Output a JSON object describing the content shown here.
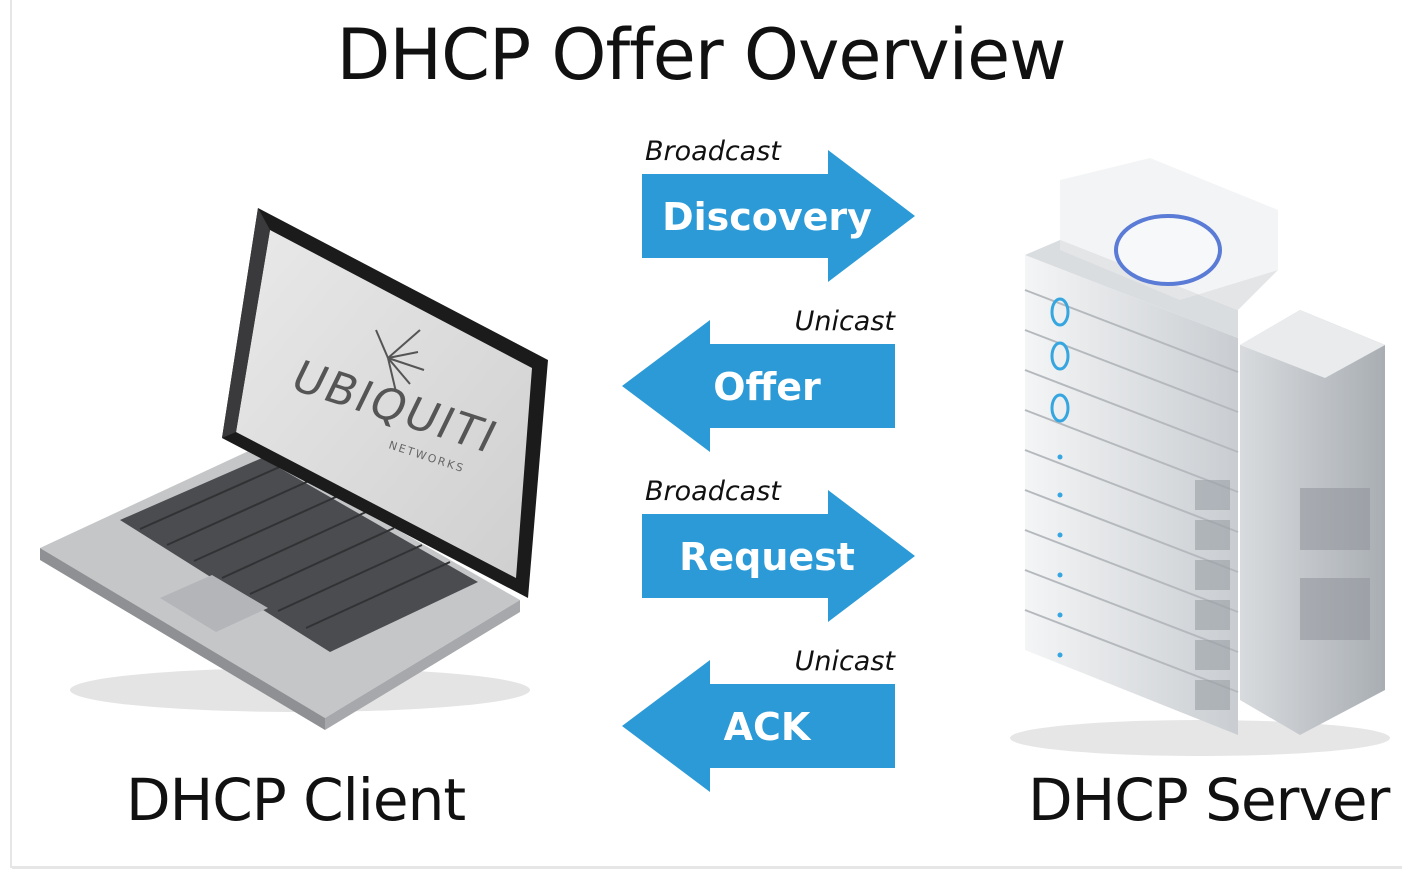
{
  "title": "DHCP Offer Overview",
  "client_label": "DHCP Client",
  "server_label": "DHCP Server",
  "laptop_logo": "UBIQUITI",
  "laptop_logo_sub": "NETWORKS",
  "colors": {
    "arrow": "#2b9ad6",
    "arrow_text": "#ffffff"
  },
  "messages": [
    {
      "label": "Discovery",
      "mode": "Broadcast",
      "direction": "right"
    },
    {
      "label": "Offer",
      "mode": "Unicast",
      "direction": "left"
    },
    {
      "label": "Request",
      "mode": "Broadcast",
      "direction": "right"
    },
    {
      "label": "ACK",
      "mode": "Unicast",
      "direction": "left"
    }
  ]
}
